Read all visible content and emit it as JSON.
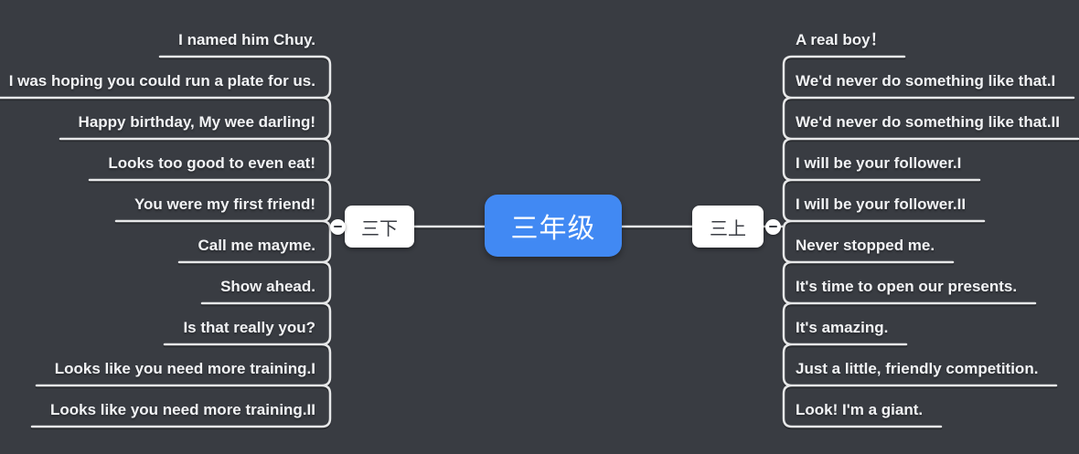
{
  "map": {
    "root": {
      "label": "三年级"
    },
    "branches": [
      {
        "label": "三下",
        "side": "left",
        "leaves": [
          "I named him Chuy.",
          "I was hoping you could run a plate for us.",
          "Happy birthday, My wee darling!",
          "Looks too good to even eat!",
          "You were my first friend!",
          "Call me mayme.",
          "Show ahead.",
          "Is that really you?",
          "Looks like you need more training.I",
          "Looks like you need more training.II"
        ]
      },
      {
        "label": "三上",
        "side": "right",
        "leaves": [
          "A real boy！",
          "We'd never do something like that.I",
          "We'd never do something like that.II",
          "I will be your follower.I",
          "I will be your follower.II",
          "Never stopped me.",
          "It's time to open our presents.",
          "It's amazing.",
          "Just a little, friendly competition.",
          "Look! I'm a giant."
        ]
      }
    ]
  },
  "icons": {
    "collapse_left": "minus-icon",
    "collapse_right": "minus-icon"
  },
  "colors": {
    "background": "#393c42",
    "root_node_bg": "#4189f3",
    "root_node_text": "#ffffff",
    "branch_node_bg": "#ffffff",
    "branch_node_text": "#3b3e44",
    "leaf_text": "#f2f3f5",
    "connector_line": "#e7e8e9",
    "collapse_button_bg": "#ffffff",
    "collapse_button_icon": "#3b3e44"
  }
}
